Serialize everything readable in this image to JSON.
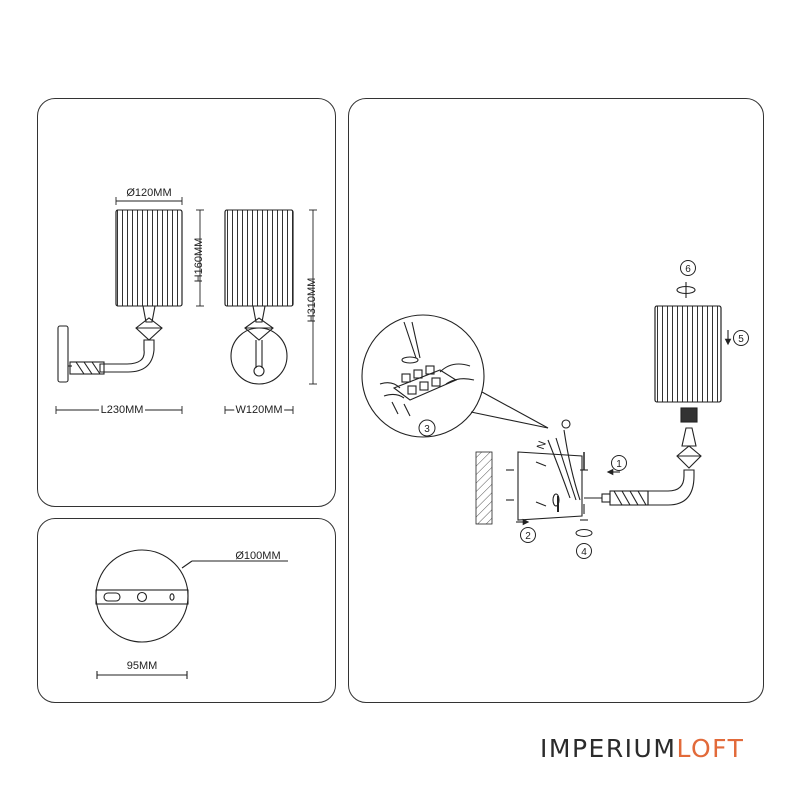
{
  "dimensions": {
    "diameter": "Ø120MM",
    "height_shade": "H160MM",
    "height_total": "H310MM",
    "length": "L230MM",
    "width": "W120MM"
  },
  "base": {
    "diameter": "Ø100MM",
    "mount_width": "95MM"
  },
  "installation": {
    "steps": [
      "1",
      "2",
      "3",
      "4",
      "5",
      "6"
    ],
    "wire_labels": [
      "N",
      "L"
    ]
  },
  "brand": {
    "part1": "IMPERIUM",
    "part2": "LOFT",
    "accent_color": "#e26a3a"
  },
  "colors": {
    "line": "#222222",
    "panel_border": "#333333"
  }
}
